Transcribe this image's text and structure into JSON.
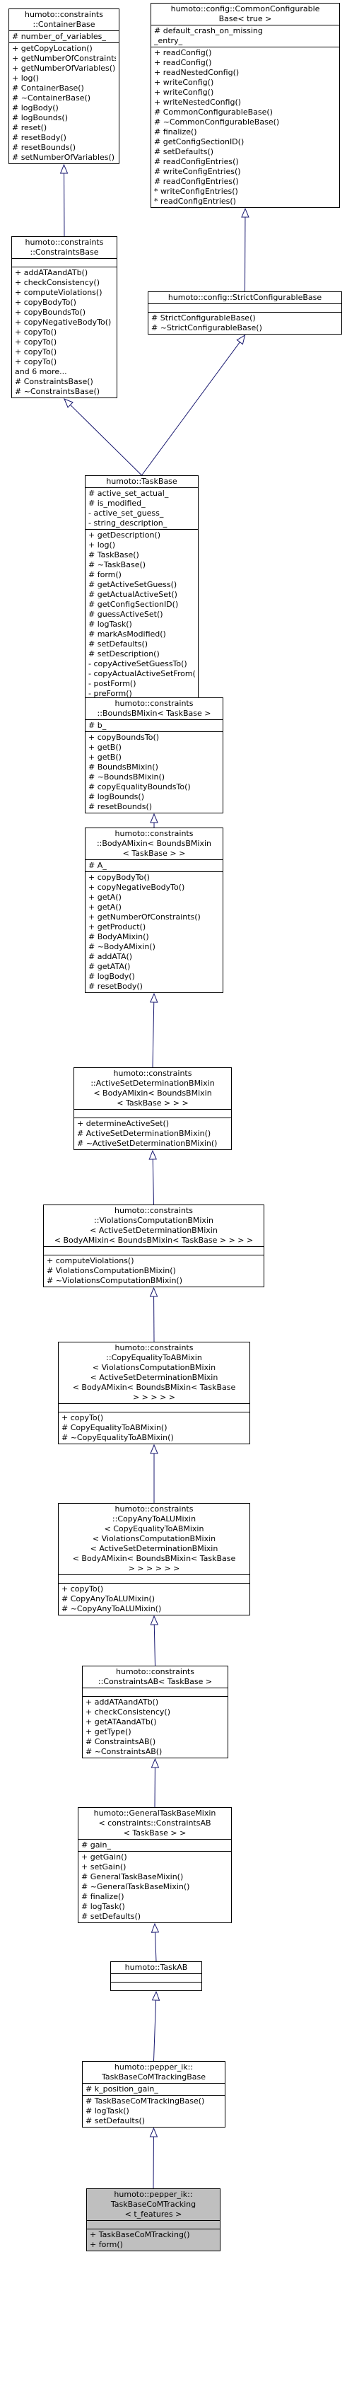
{
  "nodes": [
    {
      "id": "n1",
      "title": [
        "humoto::constraints",
        "::ContainerBase"
      ],
      "attrs": [
        "# number_of_variables_"
      ],
      "methods": [
        "+ getCopyLocation()",
        "+ getNumberOfConstraints()",
        "+ getNumberOfVariables()",
        "+ log()",
        "# ContainerBase()",
        "# ~ContainerBase()",
        "# logBody()",
        "# logBounds()",
        "# reset()",
        "# resetBody()",
        "# resetBounds()",
        "# setNumberOfVariables()"
      ]
    },
    {
      "id": "n2",
      "title": [
        "humoto::config::CommonConfigurable",
        "Base< true >"
      ],
      "attrs": [
        "# default_crash_on_missing",
        "_entry_"
      ],
      "methods": [
        "+ readConfig()",
        "+ readConfig()",
        "+ readNestedConfig()",
        "+ writeConfig()",
        "+ writeConfig()",
        "+ writeNestedConfig()",
        "# CommonConfigurableBase()",
        "# ~CommonConfigurableBase()",
        "# finalize()",
        "# getConfigSectionID()",
        "# setDefaults()",
        "# readConfigEntries()",
        "# writeConfigEntries()",
        "# readConfigEntries()",
        "* writeConfigEntries()",
        "* readConfigEntries()"
      ]
    },
    {
      "id": "n3",
      "title": [
        "humoto::constraints",
        "::ConstraintsBase"
      ],
      "attrs": [],
      "methods": [
        "+ addATAandATb()",
        "+ checkConsistency()",
        "+ computeViolations()",
        "+ copyBodyTo()",
        "+ copyBoundsTo()",
        "+ copyNegativeBodyTo()",
        "+ copyTo()",
        "+ copyTo()",
        "+ copyTo()",
        "+ copyTo()",
        "and 6 more...",
        "# ConstraintsBase()",
        "# ~ConstraintsBase()"
      ]
    },
    {
      "id": "n4",
      "title": [
        "humoto::config::StrictConfigurableBase"
      ],
      "attrs": [],
      "methods": [
        "# StrictConfigurableBase()",
        "# ~StrictConfigurableBase()"
      ]
    },
    {
      "id": "n5",
      "title": [
        "humoto::TaskBase"
      ],
      "attrs": [
        "# active_set_actual_",
        "# is_modified_",
        "- active_set_guess_",
        "- string_description_"
      ],
      "methods": [
        "+ getDescription()",
        "+ log()",
        "# TaskBase()",
        "# ~TaskBase()",
        "# form()",
        "# getActiveSetGuess()",
        "# getActualActiveSet()",
        "# getConfigSectionID()",
        "# guessActiveSet()",
        "# logTask()",
        "# markAsModified()",
        "# setDefaults()",
        "# setDescription()",
        "- copyActiveSetGuessTo()",
        "- copyActualActiveSetFrom()",
        "- postForm()",
        "- preForm()"
      ]
    },
    {
      "id": "n6",
      "title": [
        "humoto::constraints",
        "::BoundsBMixin< TaskBase >"
      ],
      "attrs": [
        "# b_"
      ],
      "methods": [
        "+ copyBoundsTo()",
        "+ getB()",
        "+ getB()",
        "# BoundsBMixin()",
        "# ~BoundsBMixin()",
        "# copyEqualityBoundsTo()",
        "# logBounds()",
        "# resetBounds()"
      ]
    },
    {
      "id": "n7",
      "title": [
        "humoto::constraints",
        "::BodyAMixin< BoundsBMixin",
        "< TaskBase > >"
      ],
      "attrs": [
        "# A_"
      ],
      "methods": [
        "+ copyBodyTo()",
        "+ copyNegativeBodyTo()",
        "+ getA()",
        "+ getA()",
        "+ getNumberOfConstraints()",
        "+ getProduct()",
        "# BodyAMixin()",
        "# ~BodyAMixin()",
        "# addATA()",
        "# getATA()",
        "# logBody()",
        "# resetBody()"
      ]
    },
    {
      "id": "n8",
      "title": [
        "humoto::constraints",
        "::ActiveSetDeterminationBMixin",
        "< BodyAMixin< BoundsBMixin",
        "< TaskBase > > >"
      ],
      "attrs": [],
      "methods": [
        "+ determineActiveSet()",
        "# ActiveSetDeterminationBMixin()",
        "# ~ActiveSetDeterminationBMixin()"
      ]
    },
    {
      "id": "n9",
      "title": [
        "humoto::constraints",
        "::ViolationsComputationBMixin",
        "< ActiveSetDeterminationBMixin",
        "< BodyAMixin< BoundsBMixin< TaskBase > > > >"
      ],
      "attrs": [],
      "methods": [
        "+ computeViolations()",
        "# ViolationsComputationBMixin()",
        "# ~ViolationsComputationBMixin()"
      ]
    },
    {
      "id": "n10",
      "title": [
        "humoto::constraints",
        "::CopyEqualityToABMixin",
        "< ViolationsComputationBMixin",
        "< ActiveSetDeterminationBMixin",
        "< BodyAMixin< BoundsBMixin< TaskBase",
        "> > > > >"
      ],
      "attrs": [],
      "methods": [
        "+ copyTo()",
        "# CopyEqualityToABMixin()",
        "# ~CopyEqualityToABMixin()"
      ]
    },
    {
      "id": "n11",
      "title": [
        "humoto::constraints",
        "::CopyAnyToALUMixin",
        "< CopyEqualityToABMixin",
        "< ViolationsComputationBMixin",
        "< ActiveSetDeterminationBMixin",
        "< BodyAMixin< BoundsBMixin< TaskBase",
        "> > > > > >"
      ],
      "attrs": [],
      "methods": [
        "+ copyTo()",
        "# CopyAnyToALUMixin()",
        "# ~CopyAnyToALUMixin()"
      ]
    },
    {
      "id": "n12",
      "title": [
        "humoto::constraints",
        "::ConstraintsAB< TaskBase >"
      ],
      "attrs": [],
      "methods": [
        "+ addATAandATb()",
        "+ checkConsistency()",
        "+ getATAandATb()",
        "+ getType()",
        "# ConstraintsAB()",
        "# ~ConstraintsAB()"
      ]
    },
    {
      "id": "n13",
      "title": [
        "humoto::GeneralTaskBaseMixin",
        "< constraints::ConstraintsAB",
        "< TaskBase > >"
      ],
      "attrs": [
        "# gain_"
      ],
      "methods": [
        "+ getGain()",
        "+ setGain()",
        "# GeneralTaskBaseMixin()",
        "# ~GeneralTaskBaseMixin()",
        "# finalize()",
        "# logTask()",
        "# setDefaults()"
      ]
    },
    {
      "id": "n14",
      "title": [
        "humoto::TaskAB"
      ],
      "attrs": [],
      "methods": []
    },
    {
      "id": "n15",
      "title": [
        "humoto::pepper_ik::",
        "TaskBaseCoMTrackingBase"
      ],
      "attrs": [
        "# k_position_gain_"
      ],
      "methods": [
        "# TaskBaseCoMTrackingBase()",
        "# logTask()",
        "# setDefaults()"
      ]
    },
    {
      "id": "n16",
      "title": [
        "humoto::pepper_ik::",
        "TaskBaseCoMTracking",
        "< t_features >"
      ],
      "attrs": [],
      "methods": [
        "+ TaskBaseCoMTracking()",
        "+ form()"
      ]
    }
  ]
}
